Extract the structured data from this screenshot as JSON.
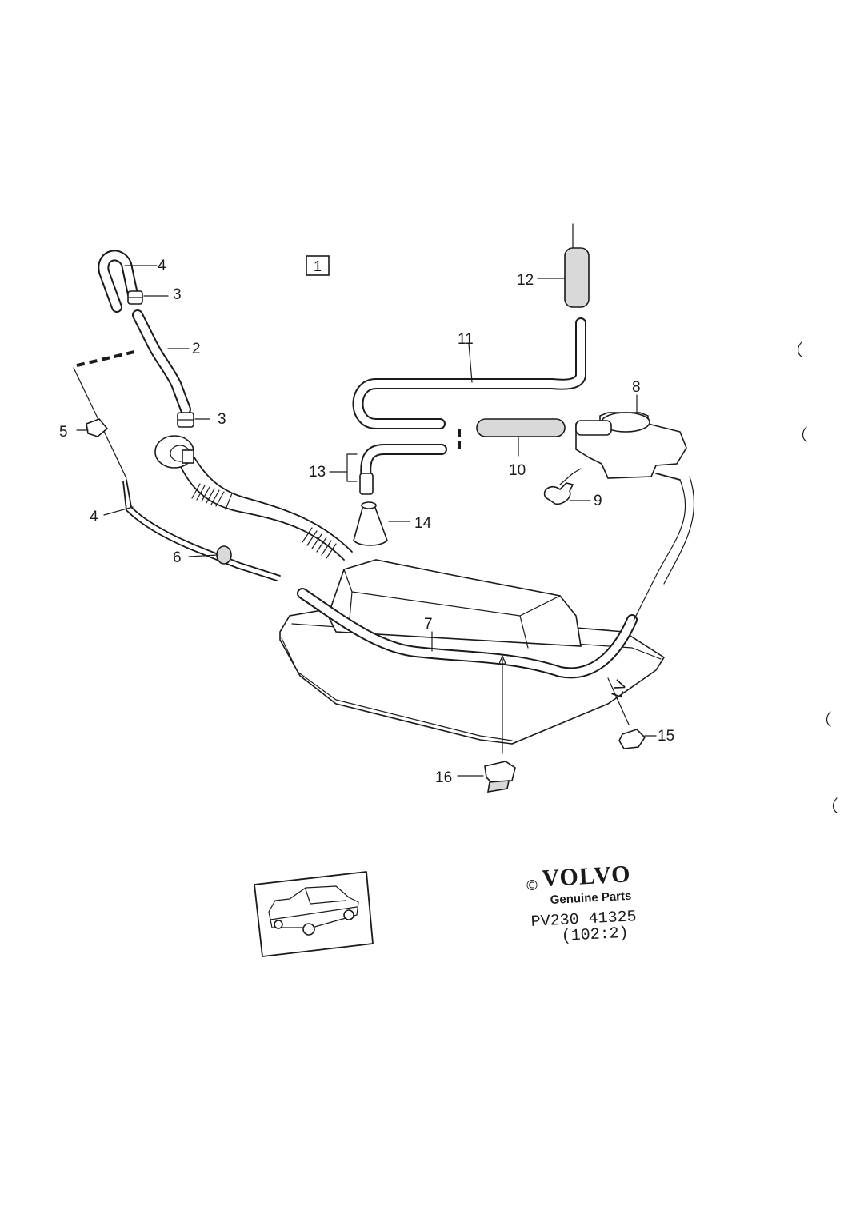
{
  "diagram": {
    "group_number": "1",
    "callouts": [
      "4",
      "3",
      "2",
      "3",
      "5",
      "4",
      "6",
      "7",
      "8",
      "9",
      "10",
      "11",
      "12",
      "13",
      "14",
      "15",
      "16"
    ]
  },
  "footer": {
    "copyright_symbol": "©",
    "brand": "VOLVO",
    "genuine_parts": "Genuine Parts",
    "part_number": "PV230 41325",
    "page_ref": "(102:2)"
  }
}
